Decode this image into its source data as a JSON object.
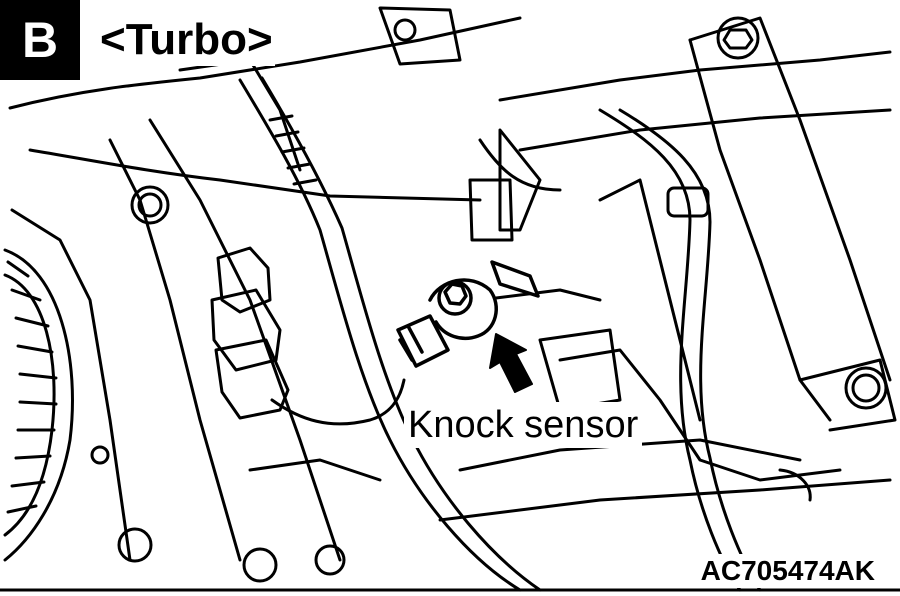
{
  "figure": {
    "section_letter": "B",
    "variant_label": "<Turbo>",
    "callout_label": "Knock sensor",
    "figure_code": "AC705474AK",
    "line_color": "#000000",
    "background_color": "#ffffff"
  }
}
